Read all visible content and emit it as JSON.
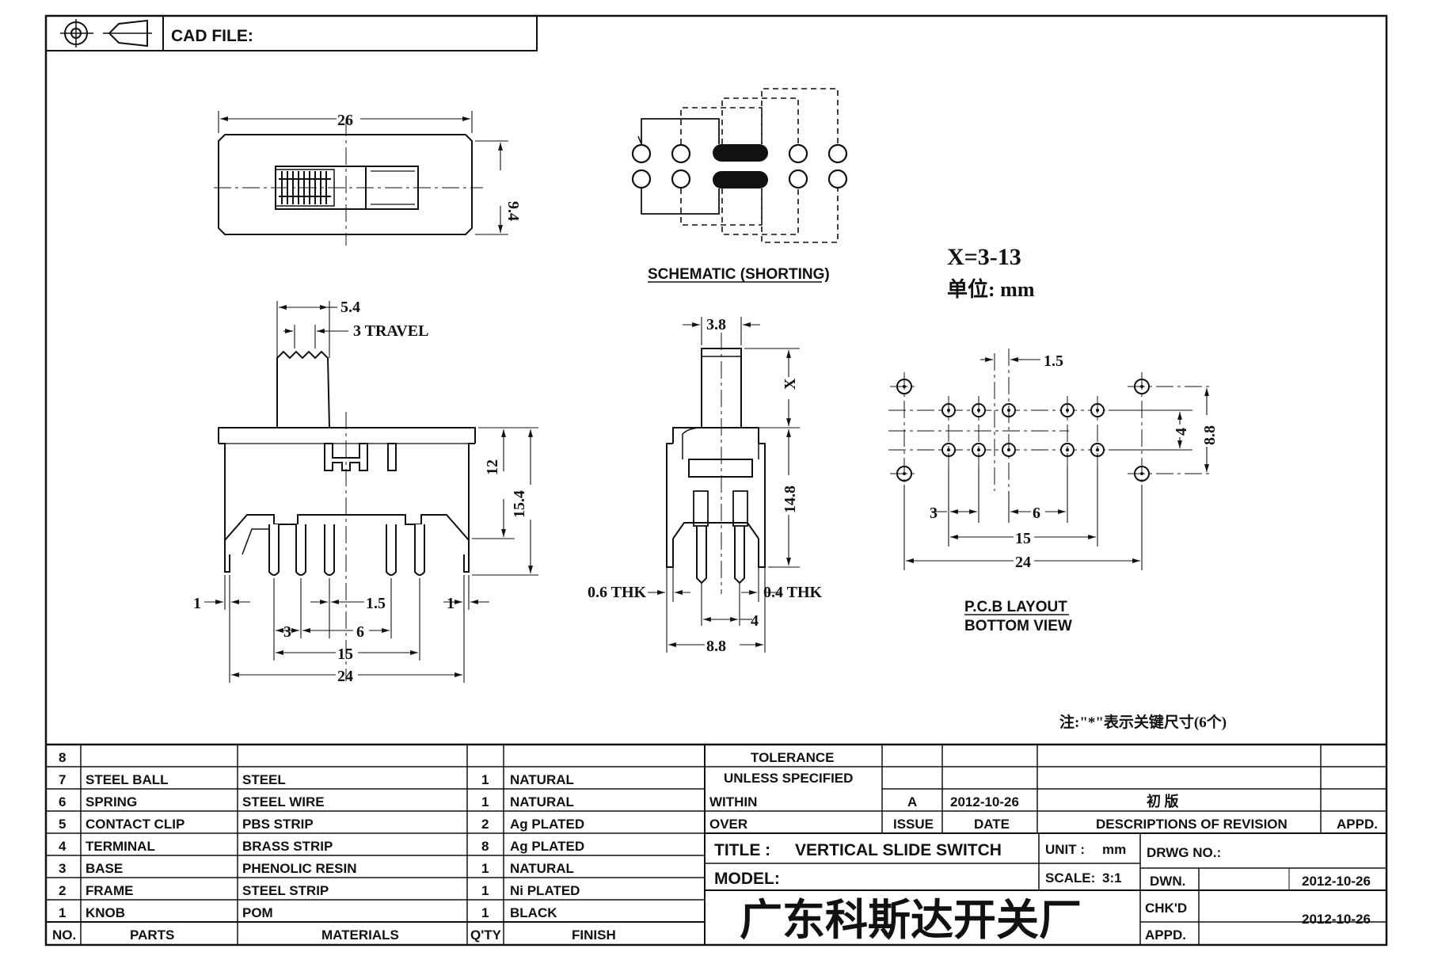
{
  "title_block": {
    "cad_label": "CAD FILE:",
    "tolerance_header": "TOLERANCE",
    "tolerance_sub": "UNLESS  SPECIFIED",
    "within": "WITHIN",
    "over": "OVER",
    "rev_issue": "A",
    "rev_date": "2012-10-26",
    "rev_desc": "初 版",
    "issue_label": "ISSUE",
    "date_label": "DATE",
    "desc_label": "DESCRIPTIONS OF REVISION",
    "appd_label": "APPD.",
    "title_label": "TITLE :",
    "title_value": "VERTICAL SLIDE SWITCH",
    "unit_label": "UNIT :",
    "unit_value": "mm",
    "drwg_label": "DRWG NO.:",
    "model_label": "MODEL:",
    "scale_label": "SCALE:",
    "scale_value": "3:1",
    "dwn_label": "DWN.",
    "dwn_date": "2012-10-26",
    "chkd_label": "CHK'D",
    "chkd_date": "2012-10-26",
    "appd_label2": "APPD.",
    "company": "广东科斯达开关厂"
  },
  "bom": {
    "headers": [
      "NO.",
      "PARTS",
      "MATERIALS",
      "Q'TY",
      "FINISH"
    ],
    "rows": [
      {
        "no": "8",
        "part": "",
        "material": "",
        "qty": "",
        "finish": ""
      },
      {
        "no": "7",
        "part": "STEEL BALL",
        "material": "STEEL",
        "qty": "1",
        "finish": "NATURAL"
      },
      {
        "no": "6",
        "part": "SPRING",
        "material": "STEEL WIRE",
        "qty": "1",
        "finish": "NATURAL"
      },
      {
        "no": "5",
        "part": "CONTACT CLIP",
        "material": "PBS STRIP",
        "qty": "2",
        "finish": "Ag PLATED"
      },
      {
        "no": "4",
        "part": "TERMINAL",
        "material": "BRASS STRIP",
        "qty": "8",
        "finish": "Ag PLATED"
      },
      {
        "no": "3",
        "part": "BASE",
        "material": "PHENOLIC RESIN",
        "qty": "1",
        "finish": "NATURAL"
      },
      {
        "no": "2",
        "part": "FRAME",
        "material": "STEEL STRIP",
        "qty": "1",
        "finish": "Ni PLATED"
      },
      {
        "no": "1",
        "part": "KNOB",
        "material": "POM",
        "qty": "1",
        "finish": "BLACK"
      }
    ]
  },
  "notes": {
    "x_range": "X=3-13",
    "unit_note": "单位: mm",
    "footnote": "注:\"*\"表示关键尺寸(6个)",
    "schematic_caption": "SCHEMATIC (SHORTING)",
    "pcb_caption_1": "P.C.B LAYOUT",
    "pcb_caption_2": "BOTTOM VIEW"
  },
  "dims": {
    "top_26": "26",
    "top_94": "9.4",
    "front_54": "5.4",
    "front_travel": "3 TRAVEL",
    "front_12": "12",
    "front_154": "15.4",
    "front_1_left": "1",
    "front_1_right": "1",
    "front_15pitch": "1.5",
    "front_3": "3",
    "front_6": "6",
    "front_15": "15",
    "front_24": "24",
    "side_38": "3.8",
    "side_x": "X",
    "side_148": "14.8",
    "side_06": "0.6 THK",
    "side_04": "0.4 THK",
    "side_4": "4",
    "side_88": "8.8",
    "pcb_15": "1.5",
    "pcb_4": "4",
    "pcb_88": "8.8",
    "pcb_3": "3",
    "pcb_6": "6",
    "pcb_15w": "15",
    "pcb_24": "24"
  }
}
